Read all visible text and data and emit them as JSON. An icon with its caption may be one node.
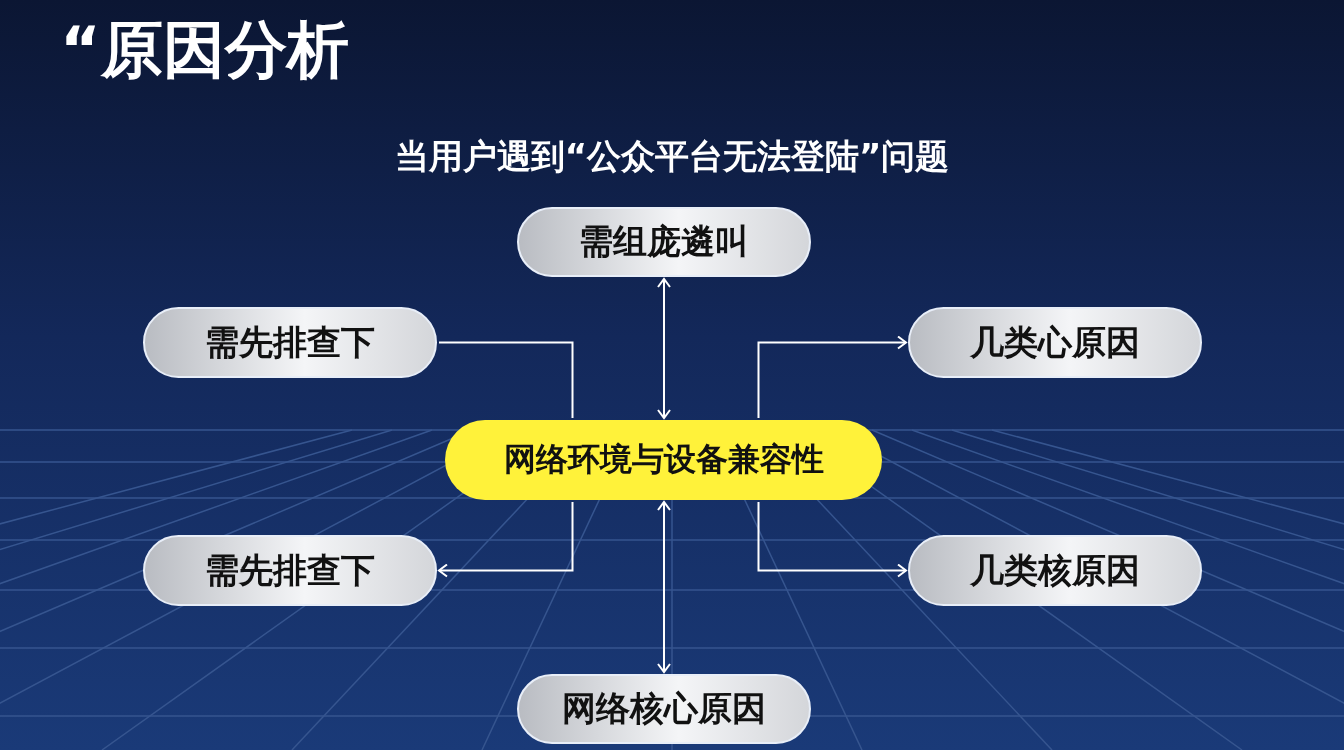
{
  "diagram": {
    "title": "“原因分析",
    "nodes": [
      {
        "text": [
          "需组庞遴叫"
        ]
      },
      {
        "text": [
          "需先排查下"
        ]
      },
      {
        "text": [
          "几类心原因"
        ]
      },
      {
        "text": [
          "网络环境与设备兼容性"
        ]
      },
      {
        "text": [
          "需先排查下"
        ]
      },
      {
        "text": [
          "几类核原因"
        ]
      },
      {
        "text": [
          "网络核心原因"
        ]
      }
    ],
    "edges": [
      {
        "from": 3,
        "to": 0,
        "arrow": "both"
      },
      {
        "from": 1,
        "to": 3,
        "arrow": "none"
      },
      {
        "from": 3,
        "to": 2,
        "arrow": "to"
      },
      {
        "from": 3,
        "to": 4,
        "arrow": "to"
      },
      {
        "from": 3,
        "to": 5,
        "arrow": "to"
      },
      {
        "from": 3,
        "to": 6,
        "arrow": "both"
      }
    ],
    "labels": [
      "当用户遇到“公众平台无法登陆”问题"
    ]
  }
}
